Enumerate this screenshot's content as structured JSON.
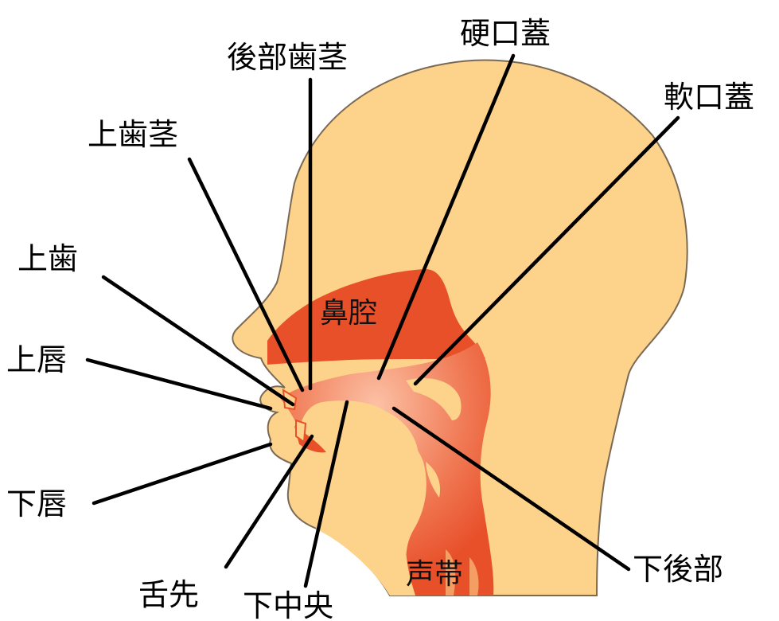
{
  "labels": {
    "posterior_alveolar": "後部歯茎",
    "hard_palate": "硬口蓋",
    "soft_palate": "軟口蓋",
    "alveolar_ridge": "上歯茎",
    "upper_teeth": "上歯",
    "upper_lip": "上唇",
    "lower_lip": "下唇",
    "tongue_tip": "舌先",
    "tongue_middle": "下中央",
    "tongue_back": "下後部",
    "nasal_cavity": "鼻腔",
    "vocal_folds": "声帯"
  },
  "colors": {
    "head": "#fdd28a",
    "head_outline": "#7a6a55",
    "cavity_dark": "#e8502a",
    "cavity_light": "#fbb79c",
    "line": "#000000"
  }
}
